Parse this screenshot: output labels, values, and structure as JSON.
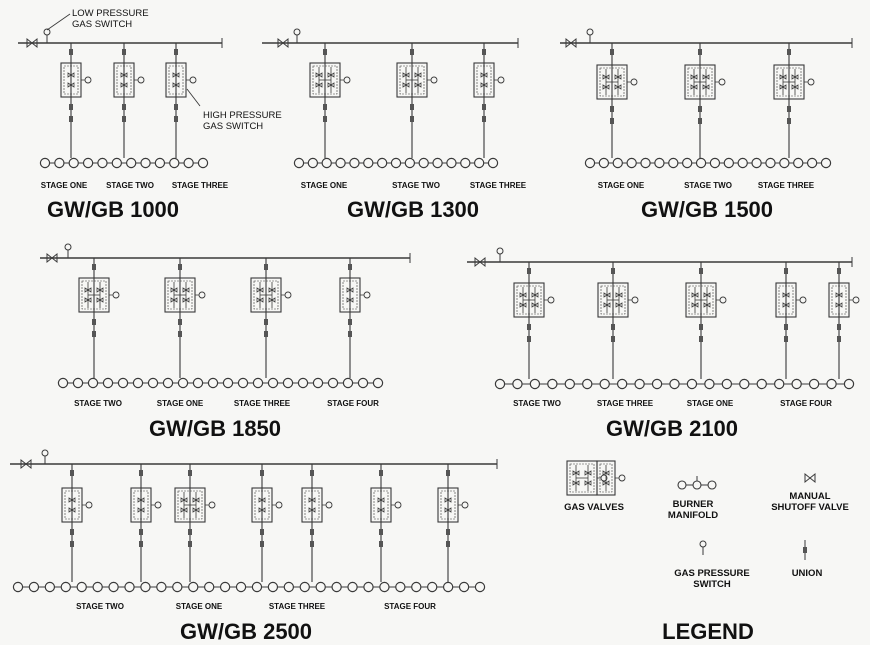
{
  "diagrams": [
    {
      "title": "GW/GB 1000",
      "stage_labels": [
        "STAGE ONE",
        "STAGE TWO",
        "STAGE THREE"
      ],
      "burners": 12
    },
    {
      "title": "GW/GB 1300",
      "stage_labels": [
        "STAGE ONE",
        "STAGE TWO",
        "STAGE THREE"
      ],
      "burners": 15
    },
    {
      "title": "GW/GB 1500",
      "stage_labels": [
        "STAGE ONE",
        "STAGE TWO",
        "STAGE THREE"
      ],
      "burners": 18
    },
    {
      "title": "GW/GB 1850",
      "stage_labels": [
        "STAGE TWO",
        "STAGE ONE",
        "STAGE THREE",
        "STAGE FOUR"
      ],
      "burners": 22
    },
    {
      "title": "GW/GB 2100",
      "stage_labels": [
        "STAGE TWO",
        "STAGE THREE",
        "STAGE ONE",
        "STAGE FOUR"
      ],
      "burners": 21
    },
    {
      "title": "GW/GB 2500",
      "stage_labels": [
        "STAGE TWO",
        "STAGE ONE",
        "STAGE THREE",
        "STAGE FOUR"
      ],
      "burners": 30
    }
  ],
  "annotations": {
    "low_pressure": "LOW PRESSURE\nGAS SWITCH",
    "high_pressure": "HIGH PRESSURE\nGAS SWITCH"
  },
  "legend": {
    "title": "LEGEND",
    "gas_valves": "GAS VALVES",
    "burner_manifold": "BURNER\nMANIFOLD",
    "manual_shutoff_valve": "MANUAL\nSHUTOFF VALVE",
    "gas_pressure_switch": "GAS PRESSURE\nSWITCH",
    "union": "UNION"
  }
}
